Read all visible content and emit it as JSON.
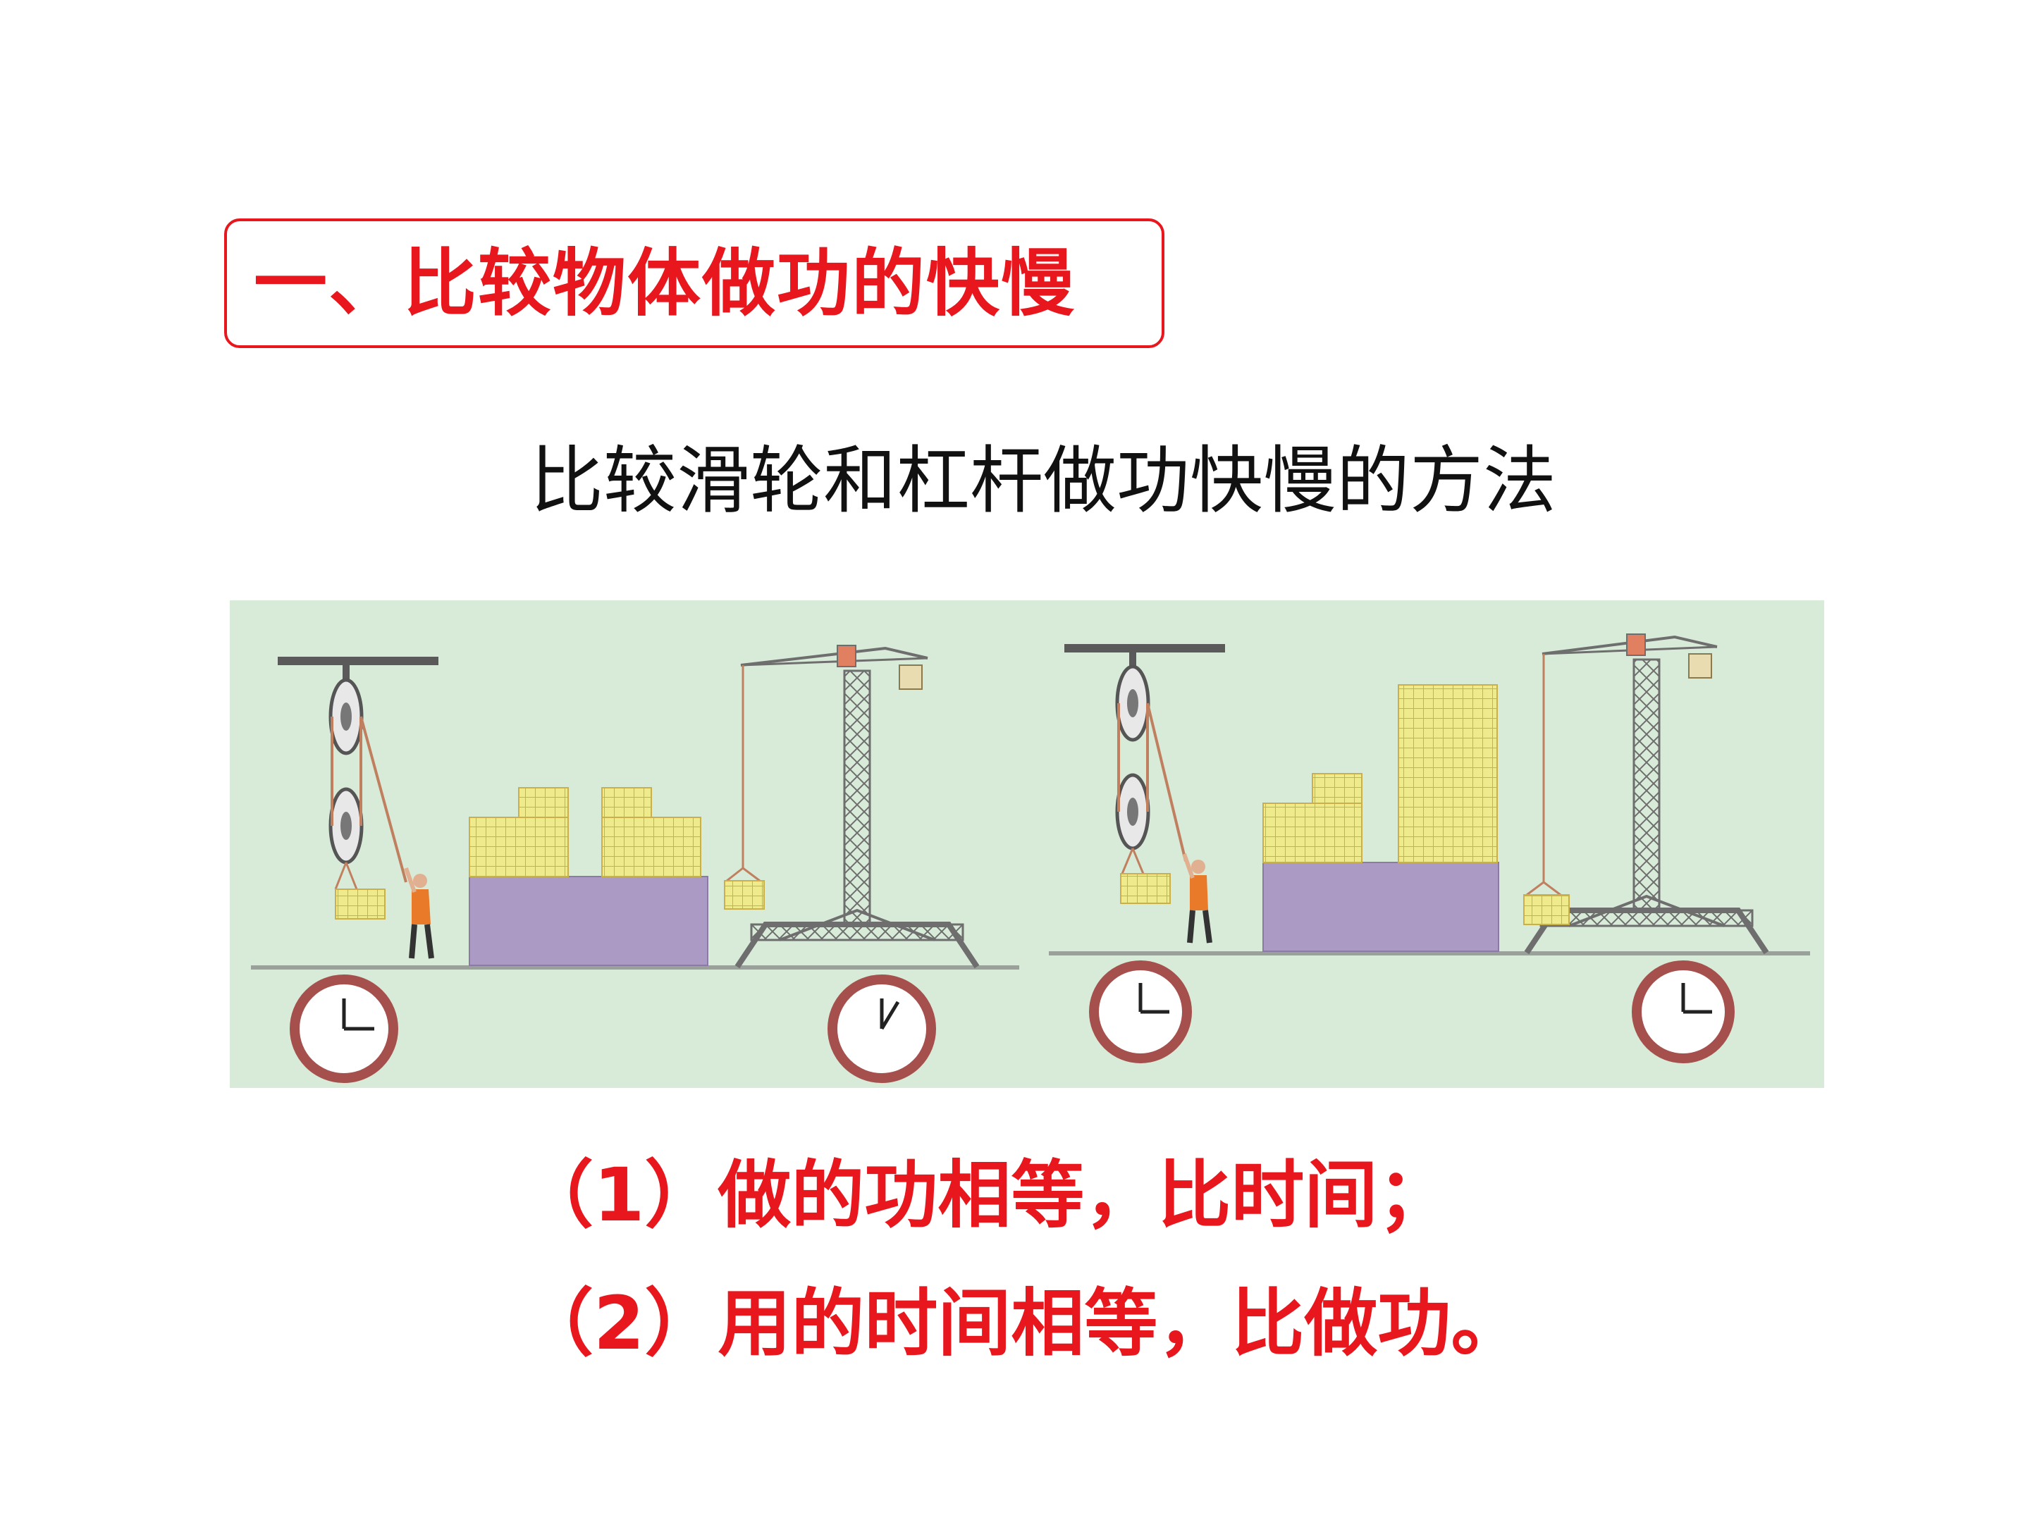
{
  "section": {
    "title": "一、比较物体做功的快慢"
  },
  "subtitle": "比较滑轮和杠杆做功快慢的方法",
  "illustration": {
    "background": "#d8ebd8",
    "box_color": "#efeb8c",
    "platform_color": "#aa9ac4",
    "clock_ring_color": "#a5504c",
    "panels": [
      {
        "scene": "pulley and crane lift equal loads",
        "left_clock": "3:00",
        "right_clock": "1:00"
      },
      {
        "scene": "pulley and crane work for equal time",
        "left_clock": "3:00",
        "right_clock": "3:00"
      }
    ]
  },
  "points": [
    "（1）做的功相等，比时间；",
    "（2）用的时间相等，比做功。"
  ],
  "colors": {
    "accent": "#e8171e",
    "text": "#111111"
  }
}
